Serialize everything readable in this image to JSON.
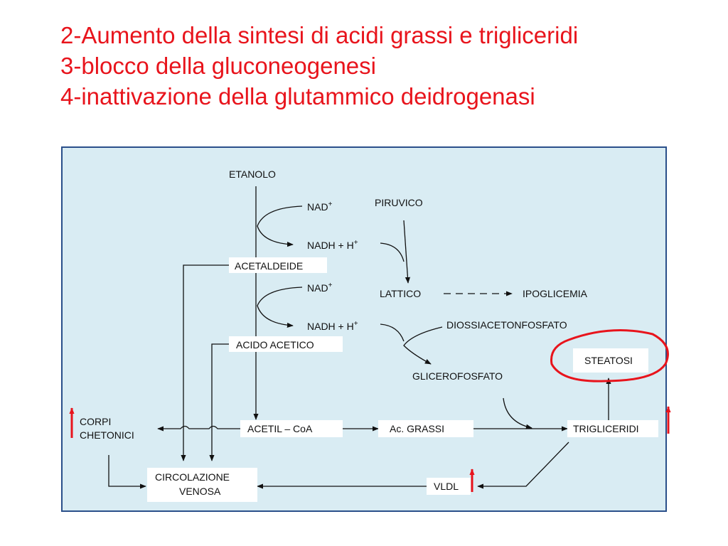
{
  "title": {
    "line1": "2-Aumento della sintesi di acidi grassi e trigliceridi",
    "line2": "3-blocco della gluconeogenesi",
    "line3": "4-inattivazione della glutammico deidrogenasi"
  },
  "diagram": {
    "etanolo": "ETANOLO",
    "nad_1": "NAD",
    "nadh_1": "NADH + H",
    "piruvico": "PIRUVICO",
    "acetaldeide": "ACETALDEIDE",
    "nad_2": "NAD",
    "lattico": "LATTICO",
    "ipoglicemia": "IPOGLICEMIA",
    "nadh_2": "NADH + H",
    "diossiacetonfosfato": "DIOSSIACETONFOSFATO",
    "acido_acetico": "ACIDO ACETICO",
    "steatosi": "STEATOSI",
    "glicerofosfato": "GLICEROFOSFATO",
    "corpi": "CORPI",
    "chetonici": "CHETONICI",
    "acetil_coa": "ACETIL – CoA",
    "ac_grassi": "Ac. GRASSI",
    "trigliceridi": "TRIGLICERIDI",
    "circolazione": "CIRCOLAZIONE",
    "venosa": "VENOSA",
    "vldl": "VLDL",
    "sup_plus": "+"
  },
  "colors": {
    "title": "#e8141c",
    "panel_bg": "#d9ecf3",
    "panel_border": "#2a4f8a",
    "highlight": "#e8141c"
  }
}
